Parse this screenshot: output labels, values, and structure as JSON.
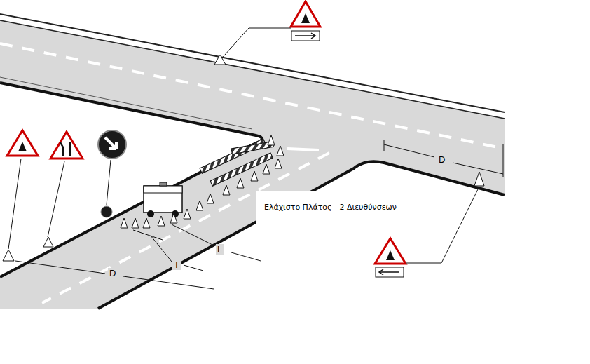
{
  "diagram": {
    "nodes": [
      {
        "text": [
          "Ελάχιστο Πλάτος - 2 Διευθύνσεων"
        ]
      }
    ],
    "labels": [
      "D",
      "T",
      "L",
      "D"
    ]
  }
}
